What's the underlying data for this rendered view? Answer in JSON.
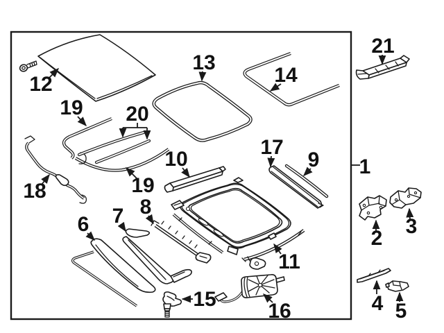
{
  "figure": {
    "background_color": "#ffffff",
    "line_color": "#1a1a1a"
  },
  "callouts": {
    "c1": {
      "label": "1"
    },
    "c2": {
      "label": "2"
    },
    "c3": {
      "label": "3"
    },
    "c4": {
      "label": "4"
    },
    "c5": {
      "label": "5"
    },
    "c6": {
      "label": "6"
    },
    "c7": {
      "label": "7"
    },
    "c8": {
      "label": "8"
    },
    "c9": {
      "label": "9"
    },
    "c10": {
      "label": "10"
    },
    "c11": {
      "label": "11"
    },
    "c12": {
      "label": "12"
    },
    "c13": {
      "label": "13"
    },
    "c14": {
      "label": "14"
    },
    "c15": {
      "label": "15"
    },
    "c16": {
      "label": "16"
    },
    "c17": {
      "label": "17"
    },
    "c18": {
      "label": "18"
    },
    "c19a": {
      "label": "19"
    },
    "c19b": {
      "label": "19"
    },
    "c20": {
      "label": "20"
    },
    "c21": {
      "label": "21"
    }
  }
}
